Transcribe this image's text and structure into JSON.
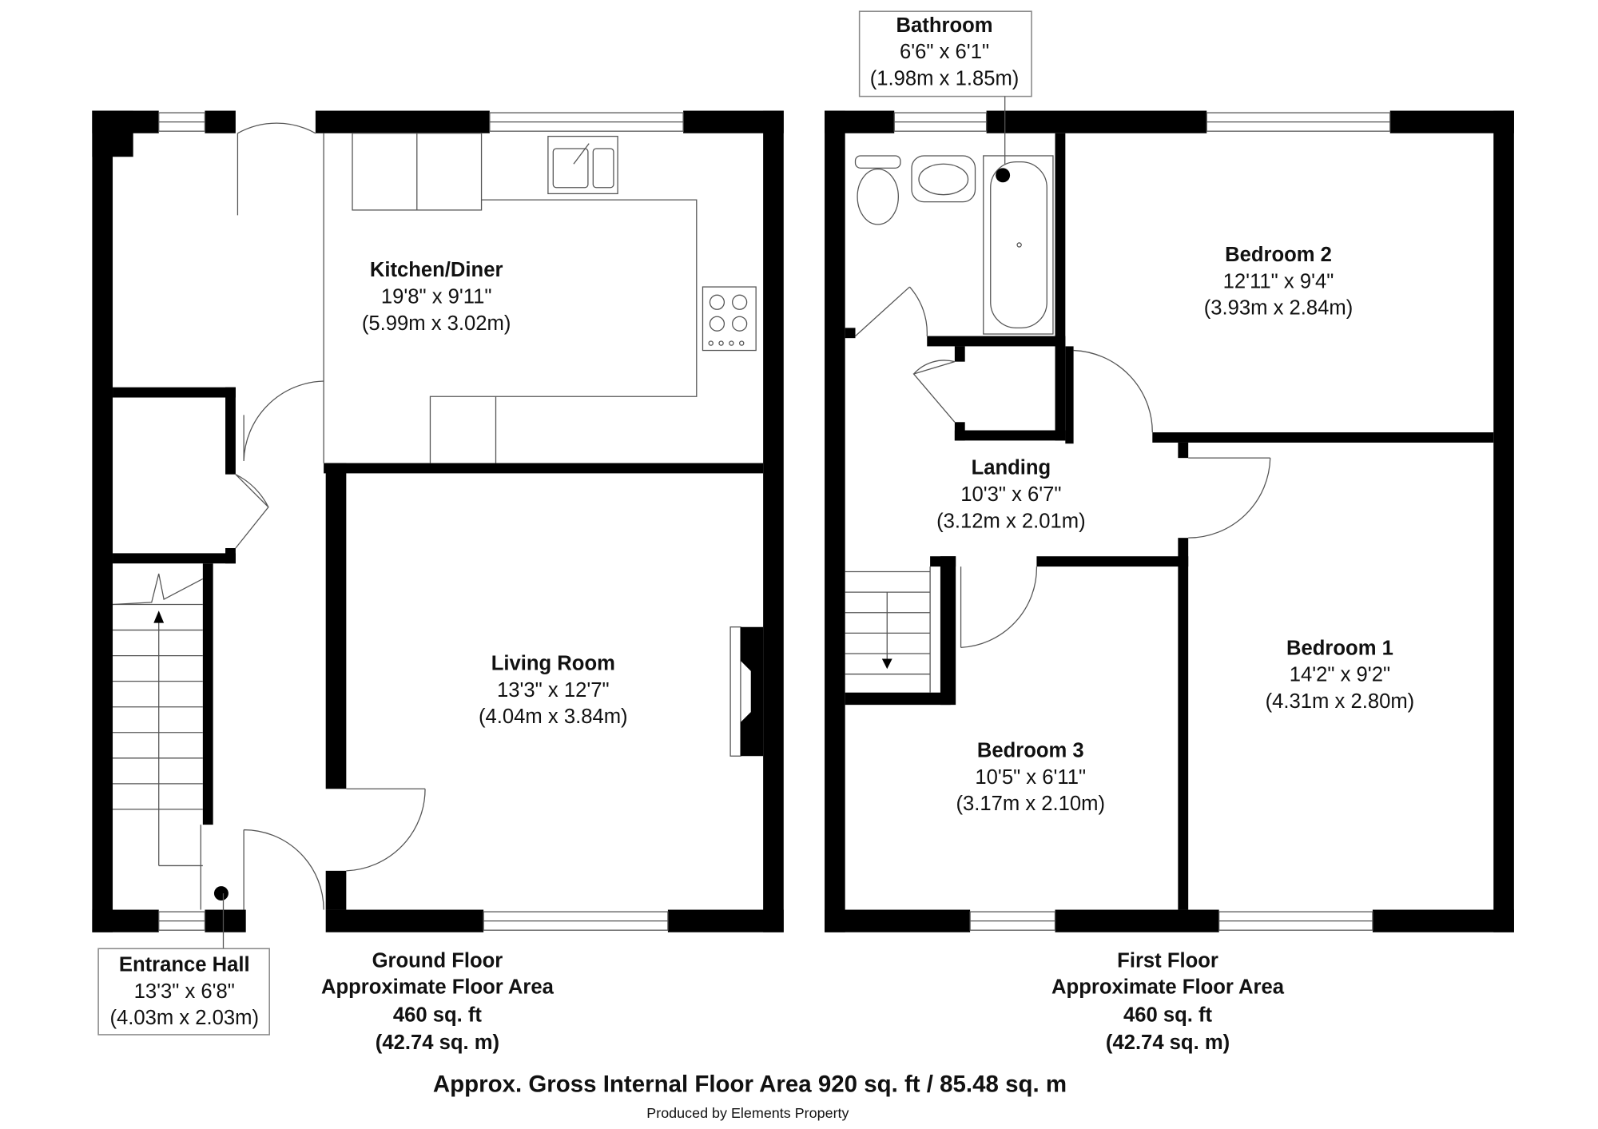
{
  "rooms": {
    "kitchen": {
      "name": "Kitchen/Diner",
      "imperial": "19'8\" x 9'11\"",
      "metric": "(5.99m x 3.02m)"
    },
    "living": {
      "name": "Living Room",
      "imperial": "13'3\" x 12'7\"",
      "metric": "(4.04m x 3.84m)"
    },
    "entrance": {
      "name": "Entrance Hall",
      "imperial": "13'3\" x 6'8\"",
      "metric": "(4.03m x 2.03m)"
    },
    "bathroom": {
      "name": "Bathroom",
      "imperial": "6'6\" x 6'1\"",
      "metric": "(1.98m x 1.85m)"
    },
    "bedroom2": {
      "name": "Bedroom 2",
      "imperial": "12'11\" x 9'4\"",
      "metric": "(3.93m x 2.84m)"
    },
    "landing": {
      "name": "Landing",
      "imperial": "10'3\" x 6'7\"",
      "metric": "(3.12m x 2.01m)"
    },
    "bedroom1": {
      "name": "Bedroom 1",
      "imperial": "14'2\" x 9'2\"",
      "metric": "(4.31m x 2.80m)"
    },
    "bedroom3": {
      "name": "Bedroom 3",
      "imperial": "10'5\" x 6'11\"",
      "metric": "(3.17m x 2.10m)"
    }
  },
  "floors": {
    "ground": {
      "title": "Ground Floor",
      "subtitle": "Approximate Floor Area",
      "sqft": "460 sq. ft",
      "sqm": "(42.74 sq. m)"
    },
    "first": {
      "title": "First Floor",
      "subtitle": "Approximate Floor Area",
      "sqft": "460 sq. ft",
      "sqm": "(42.74 sq. m)"
    }
  },
  "footer": {
    "gross": "Approx. Gross Internal Floor Area 920 sq. ft / 85.48 sq. m",
    "producer": "Produced by Elements Property"
  }
}
